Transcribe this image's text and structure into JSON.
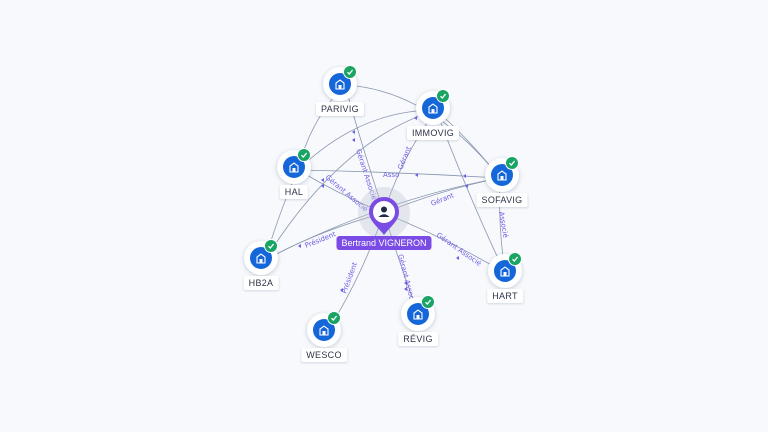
{
  "center": {
    "name": "Bertrand VIGNERON",
    "icon": "person-pin-icon"
  },
  "nodes": [
    {
      "id": "parivig",
      "label": "PARIVIG",
      "icon": "building-icon",
      "verified": true
    },
    {
      "id": "immovig",
      "label": "IMMOVIG",
      "icon": "building-icon",
      "verified": true
    },
    {
      "id": "hal",
      "label": "HAL",
      "icon": "building-icon",
      "verified": true
    },
    {
      "id": "sofavig",
      "label": "SOFAVIG",
      "icon": "building-icon",
      "verified": true
    },
    {
      "id": "hb2a",
      "label": "HB2A",
      "icon": "building-icon",
      "verified": true
    },
    {
      "id": "hart",
      "label": "HART",
      "icon": "building-icon",
      "verified": true
    },
    {
      "id": "wesco",
      "label": "WESCO",
      "icon": "building-icon",
      "verified": true
    },
    {
      "id": "revig",
      "label": "RÉVIG",
      "icon": "building-icon",
      "verified": true
    }
  ],
  "edge_labels": {
    "parivig": "Gérant Associé",
    "immovig": "Gérant",
    "hal": "Gérant Associé",
    "sofavig": "Gérant",
    "sofavig_hart": "Associé",
    "hal_sofavig": "Asso",
    "hb2a": "Président",
    "hart": "Gérant Associé",
    "wesco": "Président",
    "revig": "Gérant Associé"
  },
  "colors": {
    "accent": "#7b4be6",
    "node": "#1566d8",
    "verified": "#19a463",
    "edge": "#8a97b0",
    "edge_label": "#6c5ce7"
  }
}
